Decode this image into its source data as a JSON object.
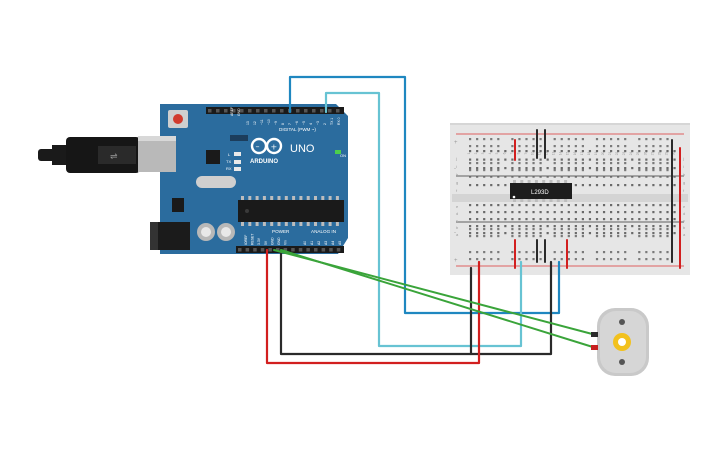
{
  "arduino": {
    "brand": "ARDUINO",
    "model": "UNO",
    "on_label": "ON",
    "tx_label": "TX",
    "rx_label": "RX",
    "l_label": "L",
    "aref_label": "AREF",
    "gnd_label": "GND",
    "digital_label": "DIGITAL (PWM ~)",
    "power_label": "POWER",
    "analog_label": "ANALOG IN",
    "digital_pins": [
      "13",
      "12",
      "~11",
      "~10",
      "~9",
      "8",
      "7",
      "~6",
      "~5",
      "4",
      "~3",
      "2",
      "TX 1",
      "RX 0"
    ],
    "power_pins": [
      "IOREF",
      "RESET",
      "3.3V",
      "5V",
      "GND",
      "GND",
      "Vin"
    ],
    "analog_pins": [
      "A0",
      "A1",
      "A2",
      "A3",
      "A4",
      "A5"
    ]
  },
  "chip": {
    "label": "L293D"
  },
  "breadboard": {
    "columns": [
      "1",
      "2",
      "3",
      "4",
      "5",
      "6",
      "7",
      "8",
      "9",
      "10",
      "11",
      "12",
      "13",
      "14",
      "15",
      "16",
      "17",
      "18",
      "19",
      "20",
      "21",
      "22",
      "23",
      "24",
      "25",
      "26",
      "27",
      "28",
      "29",
      "30"
    ],
    "rows_top": [
      "j",
      "i",
      "h",
      "g",
      "f"
    ],
    "rows_bottom": [
      "e",
      "d",
      "c",
      "b",
      "a"
    ],
    "plus": "+",
    "minus": "-"
  },
  "colors": {
    "board": "#2b6c9e",
    "board_dark": "#1f5580",
    "wire_blue": "#1f87c0",
    "wire_cyan": "#67c3d3",
    "wire_red": "#d21f1f",
    "wire_black": "#2a2a2a",
    "wire_green": "#3aa43a",
    "breadboard": "#e6e6e6",
    "motor": "#c9c9c9",
    "motor_gear": "#f2c11d"
  }
}
